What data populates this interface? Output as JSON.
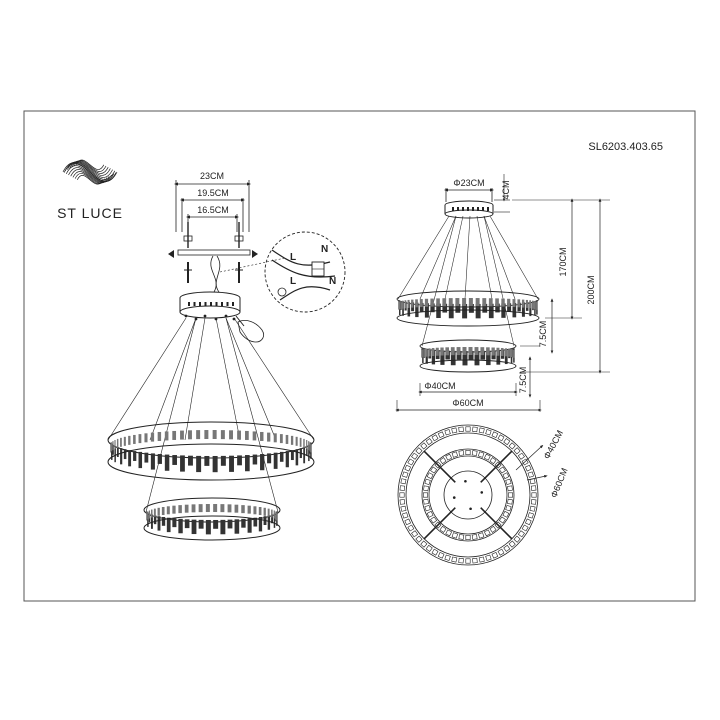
{
  "brand": {
    "name": "ST LUCE",
    "logo_icon": "swirl-sphere-icon"
  },
  "model": "SL6203.403.65",
  "front_view": {
    "dim_top": "23CM",
    "dim_mid": "19.5CM",
    "dim_low": "16.5CM"
  },
  "wiring": {
    "live_1": "L",
    "neutral_1": "N",
    "live_2": "L",
    "neutral_2": "N",
    "icon": "terminal-block-icon"
  },
  "side_view": {
    "canopy_dia": "Φ23CM",
    "canopy_h": "4CM",
    "drop_short": "170CM",
    "drop_total": "200CM",
    "ring_h_upper": "7.5CM",
    "ring_h_lower": "7.5CM",
    "ring_small_dia": "Φ40CM",
    "ring_large_dia": "Φ60CM"
  },
  "top_view": {
    "ring_small": "Φ40CM",
    "ring_large": "Φ60CM"
  },
  "colors": {
    "line": "#222222",
    "frame": "#555555",
    "crystal": "#333333"
  }
}
